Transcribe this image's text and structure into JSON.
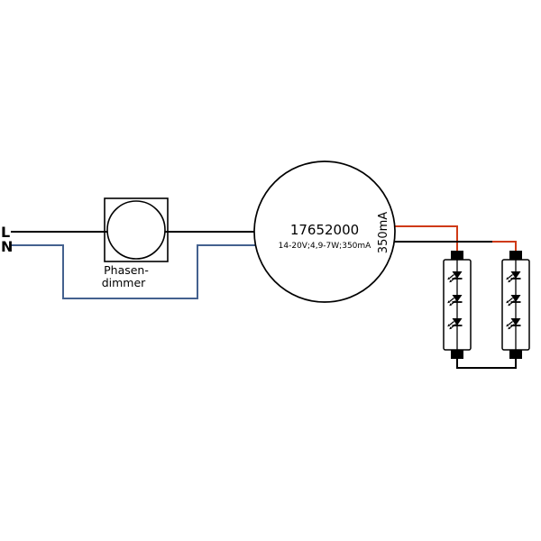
{
  "mains": {
    "l_label": "L",
    "n_label": "N"
  },
  "dimmer": {
    "label_line1": "Phasen-",
    "label_line2": "dimmer"
  },
  "driver": {
    "part_number": "17652000",
    "spec": "14-20V;4,9-7W;350mA",
    "output_current": "350mA"
  },
  "led_modules": {
    "count": 2,
    "leds_per_module": 3
  },
  "colors": {
    "wire_black": "#000000",
    "wire_blue": "#44618f",
    "wire_red": "#cf3a16"
  }
}
